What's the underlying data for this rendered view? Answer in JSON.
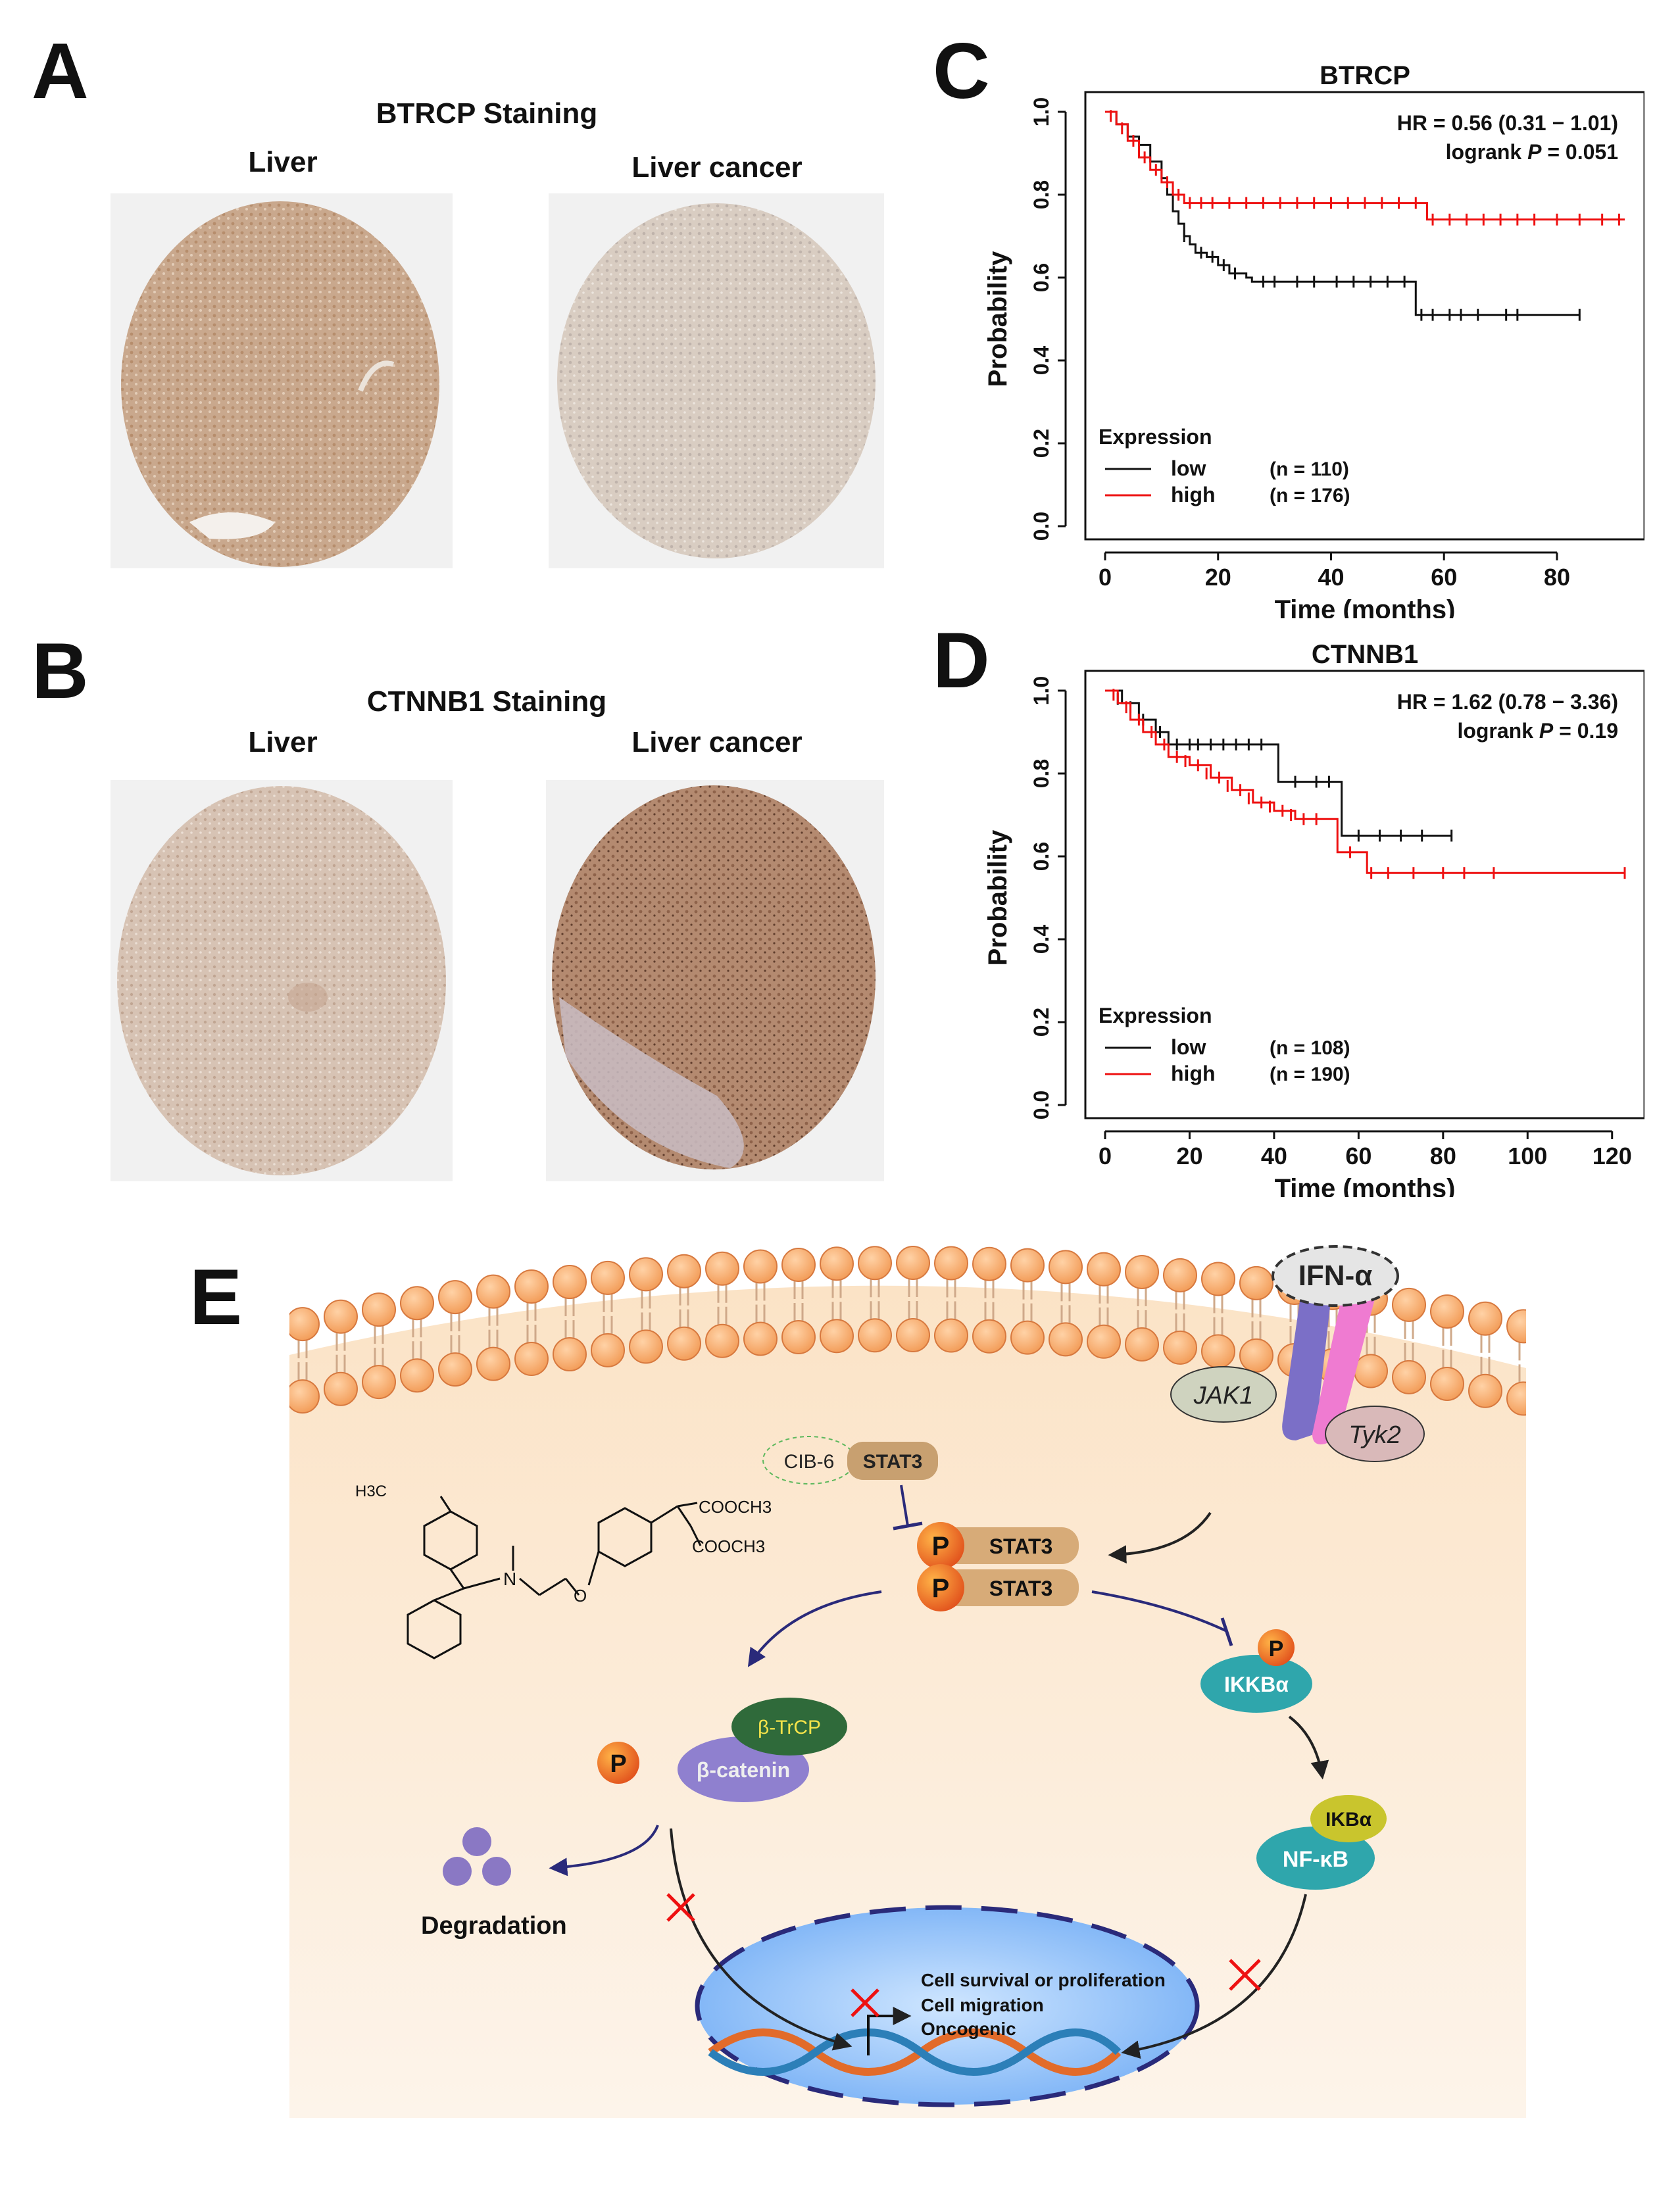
{
  "panel_a": {
    "letter": "A",
    "title": "BTRCP Staining",
    "left_label": "Liver",
    "right_label": "Liver cancer"
  },
  "panel_b": {
    "letter": "B",
    "title": "CTNNB1 Staining",
    "left_label": "Liver",
    "right_label": "Liver cancer"
  },
  "panel_c": {
    "letter": "C"
  },
  "panel_d": {
    "letter": "D"
  },
  "panel_e": {
    "letter": "E",
    "labels": {
      "ifn": "IFN-α",
      "jak1": "JAK1",
      "tyk2": "Tyk2",
      "cib6": "CIB-6",
      "stat3": "STAT3",
      "p": "P",
      "btrcp": "β-TrCP",
      "bcatenin": "β-catenin",
      "ikkb": "IKKBα",
      "ikba": "IKBα",
      "nfkb": "NF-κB",
      "degradation": "Degradation",
      "outcome1": "Cell survival or proliferation",
      "outcome2": "Cell migration",
      "outcome3": "Oncogenic",
      "chem_h3c": "H3C",
      "chem_n": "N",
      "chem_o": "O",
      "chem_cooch3_1": "COOCH3",
      "chem_cooch3_2": "COOCH3"
    }
  },
  "colors": {
    "low": "#111111",
    "high": "#ee1111"
  },
  "chart_data": [
    {
      "type": "line",
      "title": "BTRCP",
      "xlabel": "Time (months)",
      "ylabel": "Probability",
      "xlim": [
        0,
        92
      ],
      "ylim": [
        0,
        1.0
      ],
      "xticks": [
        0,
        20,
        40,
        60,
        80
      ],
      "yticks": [
        0.0,
        0.2,
        0.4,
        0.6,
        0.8,
        1.0
      ],
      "stat_line1": "HR = 0.56 (0.31 − 1.01)",
      "stat_line2_prefix": "logrank ",
      "stat_line2_p": "P",
      "stat_line2_value": " = 0.051",
      "legend_title": "Expression",
      "legend_position": "bottom-left",
      "series": [
        {
          "name": "low",
          "n_label": "(n = 110)",
          "color": "#111111",
          "step_x": [
            0,
            2,
            4,
            6,
            8,
            10,
            11,
            12,
            13,
            14,
            15,
            16,
            18,
            20,
            22,
            25,
            26,
            54,
            55,
            84
          ],
          "step_y": [
            1.0,
            0.97,
            0.94,
            0.92,
            0.88,
            0.84,
            0.8,
            0.76,
            0.73,
            0.7,
            0.68,
            0.66,
            0.65,
            0.63,
            0.61,
            0.6,
            0.59,
            0.59,
            0.51,
            0.51
          ],
          "censor_x": [
            14,
            17,
            19,
            21,
            23,
            28,
            30,
            34,
            37,
            41,
            44,
            47,
            50,
            53,
            56,
            58,
            61,
            63,
            66,
            71,
            73,
            84
          ],
          "censor_y": [
            0.7,
            0.66,
            0.65,
            0.63,
            0.61,
            0.59,
            0.59,
            0.59,
            0.59,
            0.59,
            0.59,
            0.59,
            0.59,
            0.59,
            0.51,
            0.51,
            0.51,
            0.51,
            0.51,
            0.51,
            0.51,
            0.51
          ]
        },
        {
          "name": "high",
          "n_label": "(n = 176)",
          "color": "#ee1111",
          "step_x": [
            0,
            2,
            4,
            6,
            8,
            10,
            12,
            14,
            56,
            57,
            92
          ],
          "step_y": [
            1.0,
            0.97,
            0.93,
            0.89,
            0.86,
            0.83,
            0.8,
            0.78,
            0.78,
            0.74,
            0.74
          ],
          "censor_x": [
            1,
            3,
            5,
            7,
            9,
            11,
            13,
            15,
            17,
            19,
            22,
            25,
            28,
            31,
            34,
            37,
            40,
            43,
            46,
            49,
            52,
            55,
            58,
            61,
            64,
            67,
            70,
            73,
            76,
            80,
            84,
            88,
            91
          ],
          "censor_y": [
            0.99,
            0.96,
            0.93,
            0.89,
            0.86,
            0.83,
            0.8,
            0.78,
            0.78,
            0.78,
            0.78,
            0.78,
            0.78,
            0.78,
            0.78,
            0.78,
            0.78,
            0.78,
            0.78,
            0.78,
            0.78,
            0.78,
            0.74,
            0.74,
            0.74,
            0.74,
            0.74,
            0.74,
            0.74,
            0.74,
            0.74,
            0.74,
            0.74
          ]
        }
      ]
    },
    {
      "type": "line",
      "title": "CTNNB1",
      "xlabel": "Time (months)",
      "ylabel": "Probability",
      "xlim": [
        0,
        123
      ],
      "ylim": [
        0,
        1.0
      ],
      "xticks": [
        0,
        20,
        40,
        60,
        80,
        100,
        120
      ],
      "yticks": [
        0.0,
        0.2,
        0.4,
        0.6,
        0.8,
        1.0
      ],
      "stat_line1": "HR = 1.62 (0.78 − 3.36)",
      "stat_line2_prefix": "logrank ",
      "stat_line2_p": "P",
      "stat_line2_value": " = 0.19",
      "legend_title": "Expression",
      "legend_position": "bottom-left",
      "series": [
        {
          "name": "low",
          "n_label": "(n = 108)",
          "color": "#111111",
          "step_x": [
            0,
            4,
            8,
            12,
            15,
            40,
            41,
            55,
            56,
            82
          ],
          "step_y": [
            1.0,
            0.97,
            0.93,
            0.9,
            0.87,
            0.87,
            0.78,
            0.78,
            0.65,
            0.65
          ],
          "censor_x": [
            3,
            6,
            9,
            13,
            17,
            20,
            22,
            25,
            28,
            31,
            34,
            37,
            45,
            50,
            53,
            60,
            65,
            70,
            75,
            82
          ],
          "censor_y": [
            0.98,
            0.96,
            0.93,
            0.9,
            0.87,
            0.87,
            0.87,
            0.87,
            0.87,
            0.87,
            0.87,
            0.87,
            0.78,
            0.78,
            0.78,
            0.65,
            0.65,
            0.65,
            0.65,
            0.65
          ]
        },
        {
          "name": "high",
          "n_label": "(n = 190)",
          "color": "#ee1111",
          "step_x": [
            0,
            3,
            6,
            9,
            12,
            15,
            20,
            25,
            30,
            35,
            40,
            45,
            54,
            55,
            60,
            62,
            123
          ],
          "step_y": [
            1.0,
            0.97,
            0.93,
            0.9,
            0.87,
            0.84,
            0.82,
            0.79,
            0.76,
            0.73,
            0.71,
            0.69,
            0.69,
            0.61,
            0.61,
            0.56,
            0.56
          ],
          "censor_x": [
            2,
            5,
            8,
            11,
            14,
            17,
            19,
            22,
            24,
            27,
            29,
            32,
            34,
            37,
            39,
            42,
            44,
            47,
            50,
            58,
            63,
            67,
            73,
            80,
            85,
            92,
            123
          ],
          "censor_y": [
            0.99,
            0.96,
            0.93,
            0.9,
            0.87,
            0.84,
            0.83,
            0.82,
            0.8,
            0.79,
            0.77,
            0.76,
            0.74,
            0.73,
            0.72,
            0.71,
            0.7,
            0.69,
            0.69,
            0.61,
            0.56,
            0.56,
            0.56,
            0.56,
            0.56,
            0.56,
            0.56
          ]
        }
      ]
    }
  ]
}
